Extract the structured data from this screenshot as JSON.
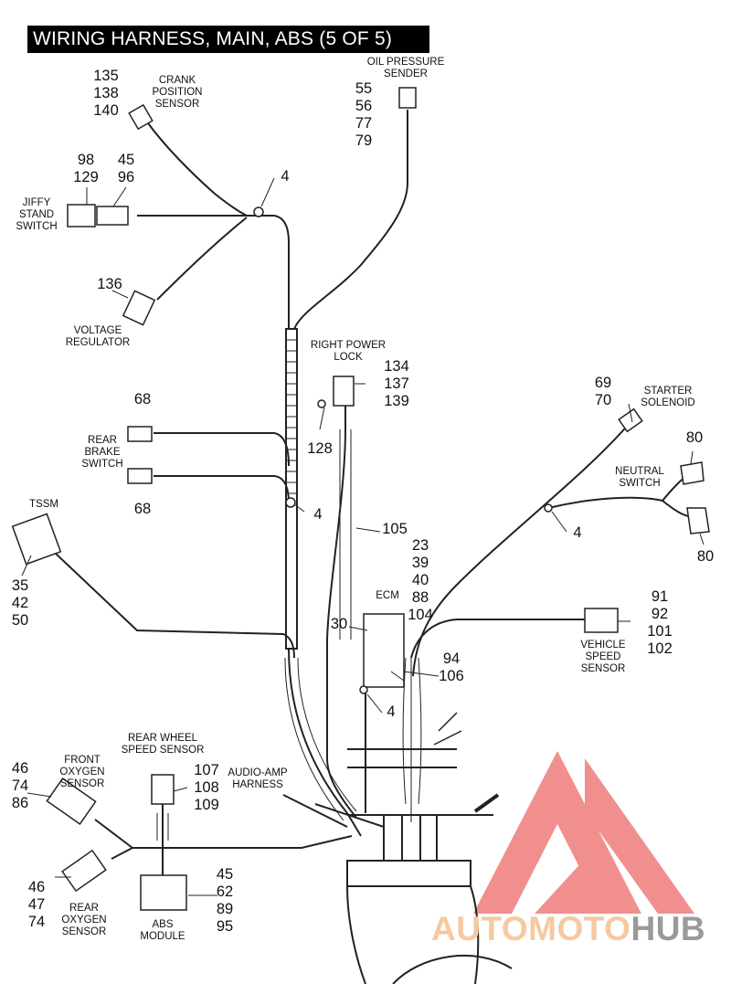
{
  "title": "WIRING HARNESS, MAIN, ABS (5 OF 5)",
  "labels": {
    "oil_pressure_sender": [
      "OIL PRESSURE",
      "SENDER"
    ],
    "crank_position_sensor": [
      "CRANK",
      "POSITION",
      "SENSOR"
    ],
    "jiffy_stand_switch": [
      "JIFFY",
      "STAND",
      "SWITCH"
    ],
    "voltage_regulator": [
      "VOLTAGE",
      "REGULATOR"
    ],
    "right_power_lock": [
      "RIGHT POWER",
      "LOCK"
    ],
    "starter_solenoid": [
      "STARTER",
      "SOLENOID"
    ],
    "neutral_switch": [
      "NEUTRAL",
      "SWITCH"
    ],
    "rear_brake_switch": [
      "REAR",
      "BRAKE",
      "SWITCH"
    ],
    "tssm": [
      "TSSM"
    ],
    "ecm": [
      "ECM"
    ],
    "vehicle_speed_sensor": [
      "VEHICLE",
      "SPEED",
      "SENSOR"
    ],
    "rear_wheel_speed_sensor": [
      "REAR WHEEL",
      "SPEED SENSOR"
    ],
    "audio_amp_harness": [
      "AUDIO-AMP",
      "HARNESS"
    ],
    "front_oxygen_sensor": [
      "FRONT",
      "OXYGEN",
      "SENSOR"
    ],
    "rear_oxygen_sensor": [
      "REAR",
      "OXYGEN",
      "SENSOR"
    ],
    "abs_module": [
      "ABS",
      "MODULE"
    ]
  },
  "callouts": {
    "crank": [
      "135",
      "138",
      "140"
    ],
    "oil": [
      "55",
      "56",
      "77",
      "79"
    ],
    "jiffy_left": [
      "98",
      "129"
    ],
    "jiffy_right": [
      "45",
      "96"
    ],
    "clip_top": [
      "4"
    ],
    "voltage_reg": [
      "136"
    ],
    "power_lock": [
      "134",
      "137",
      "139"
    ],
    "power_lock_clip": [
      "128"
    ],
    "rear_brake_top": [
      "68"
    ],
    "rear_brake_bottom": [
      "68"
    ],
    "clip_mid": [
      "4"
    ],
    "starter": [
      "69",
      "70"
    ],
    "neutral_top": [
      "80"
    ],
    "neutral_bottom": [
      "80"
    ],
    "clip_right": [
      "4"
    ],
    "tssm": [
      "35",
      "42",
      "50"
    ],
    "clip_105": [
      "105"
    ],
    "ecm": [
      "23",
      "39",
      "40",
      "88",
      "104"
    ],
    "ecm_30": [
      "30"
    ],
    "ecm_side": [
      "94",
      "106"
    ],
    "ecm_clip": [
      "4"
    ],
    "vss": [
      "91",
      "92",
      "101",
      "102"
    ],
    "front_o2": [
      "46",
      "74",
      "86"
    ],
    "rear_wheel": [
      "107",
      "108",
      "109"
    ],
    "rear_o2": [
      "46",
      "47",
      "74"
    ],
    "abs": [
      "45",
      "62",
      "89",
      "95"
    ]
  },
  "watermark": {
    "part1": "AUTOMOTO",
    "part2": "HUB",
    "color1": "#f6c9a0",
    "color2": "#9a9a9a",
    "logo_color": "#ea4b4b"
  }
}
